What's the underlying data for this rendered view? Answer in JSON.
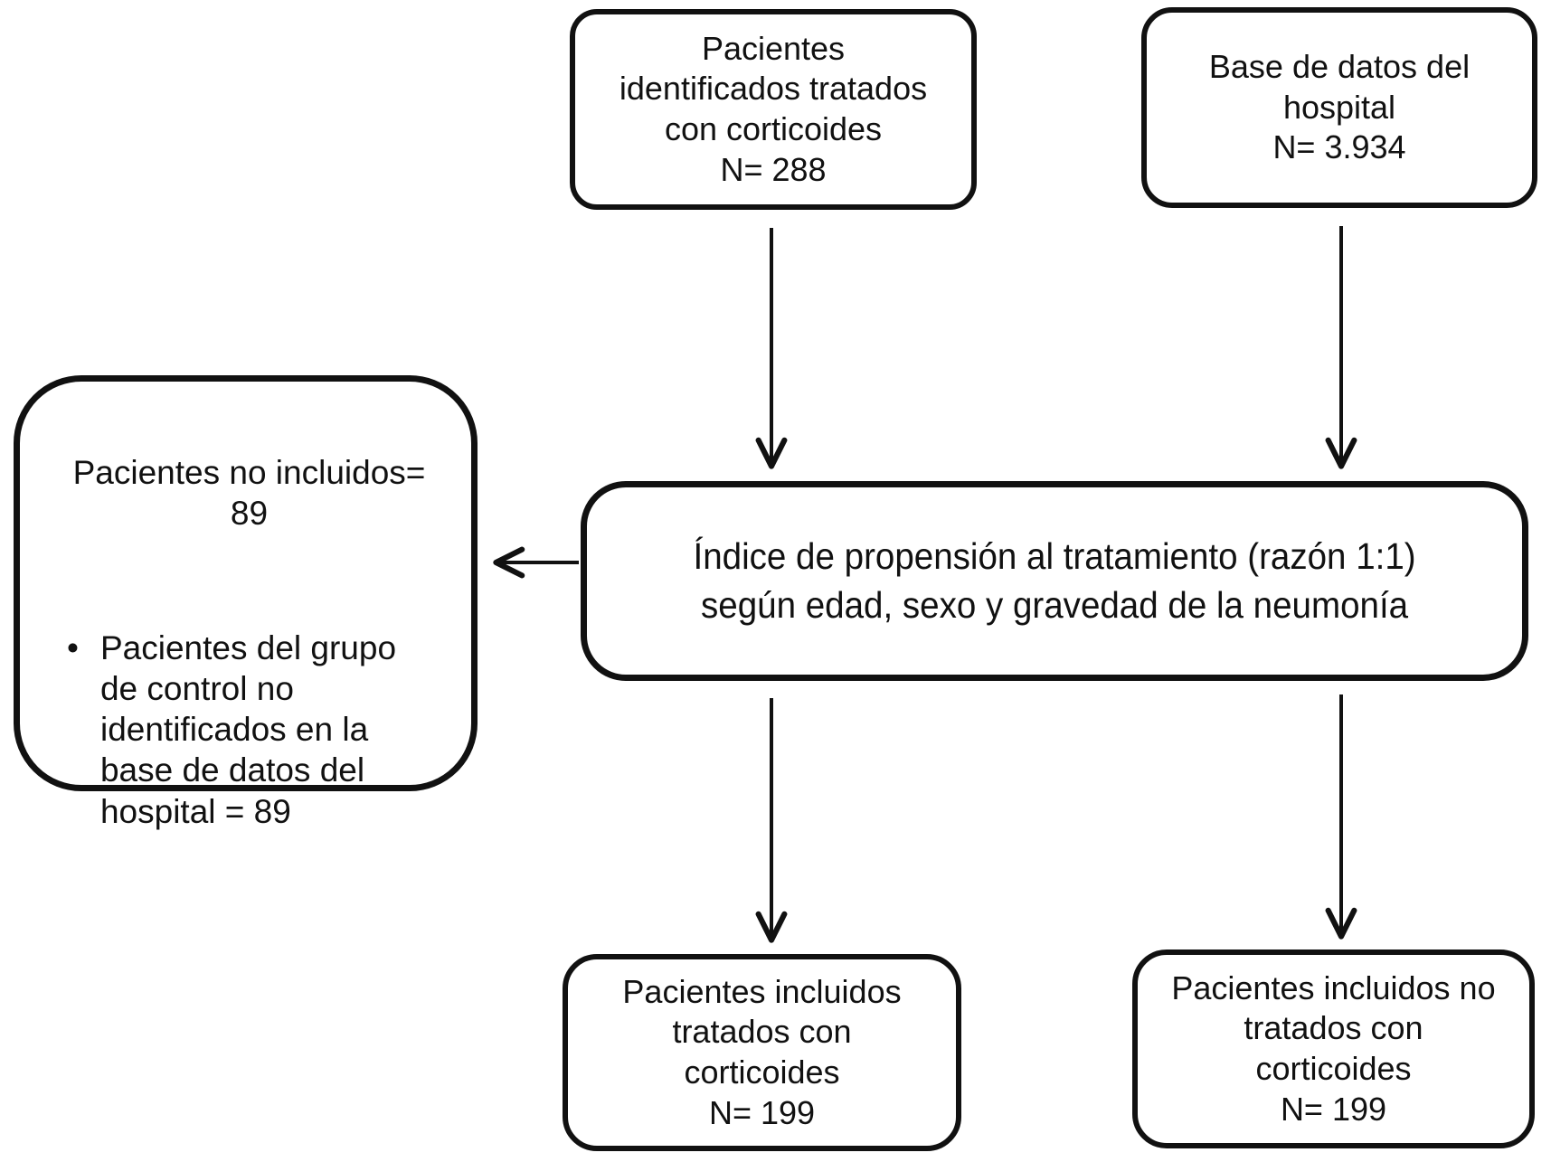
{
  "diagram": {
    "background_color": "#ffffff",
    "line_color": "#111111",
    "text_color": "#111111",
    "boxes": {
      "identified_treated": {
        "id": "identified_treated",
        "text": "Pacientes\nidentificados tratados\ncon corticoides\nN= 288"
      },
      "hospital_database": {
        "id": "hospital_database",
        "text": "Base de datos del\nhospital\nN= 3.934"
      },
      "not_included": {
        "id": "not_included",
        "title": "Pacientes no incluidos=\n89",
        "bullet_glyph": "•",
        "bullet_item": "Pacientes del grupo\nde control no\nidentificados en la\nbase de datos del\nhospital = 89"
      },
      "propensity_matching": {
        "id": "propensity_matching",
        "text": "Índice de propensión al tratamiento (razón 1:1)\nsegún edad, sexo y gravedad de la neumonía"
      },
      "included_treated": {
        "id": "included_treated",
        "text": "Pacientes incluidos\ntratados con\ncorticoides\nN= 199"
      },
      "included_untreated": {
        "id": "included_untreated",
        "text": "Pacientes incluidos no\ntratados con\ncorticoides\nN= 199"
      }
    },
    "flow_edges": [
      {
        "from": "identified_treated",
        "to": "propensity_matching"
      },
      {
        "from": "hospital_database",
        "to": "propensity_matching"
      },
      {
        "from": "propensity_matching",
        "to": "not_included"
      },
      {
        "from": "propensity_matching",
        "to": "included_treated"
      },
      {
        "from": "propensity_matching",
        "to": "included_untreated"
      }
    ]
  }
}
